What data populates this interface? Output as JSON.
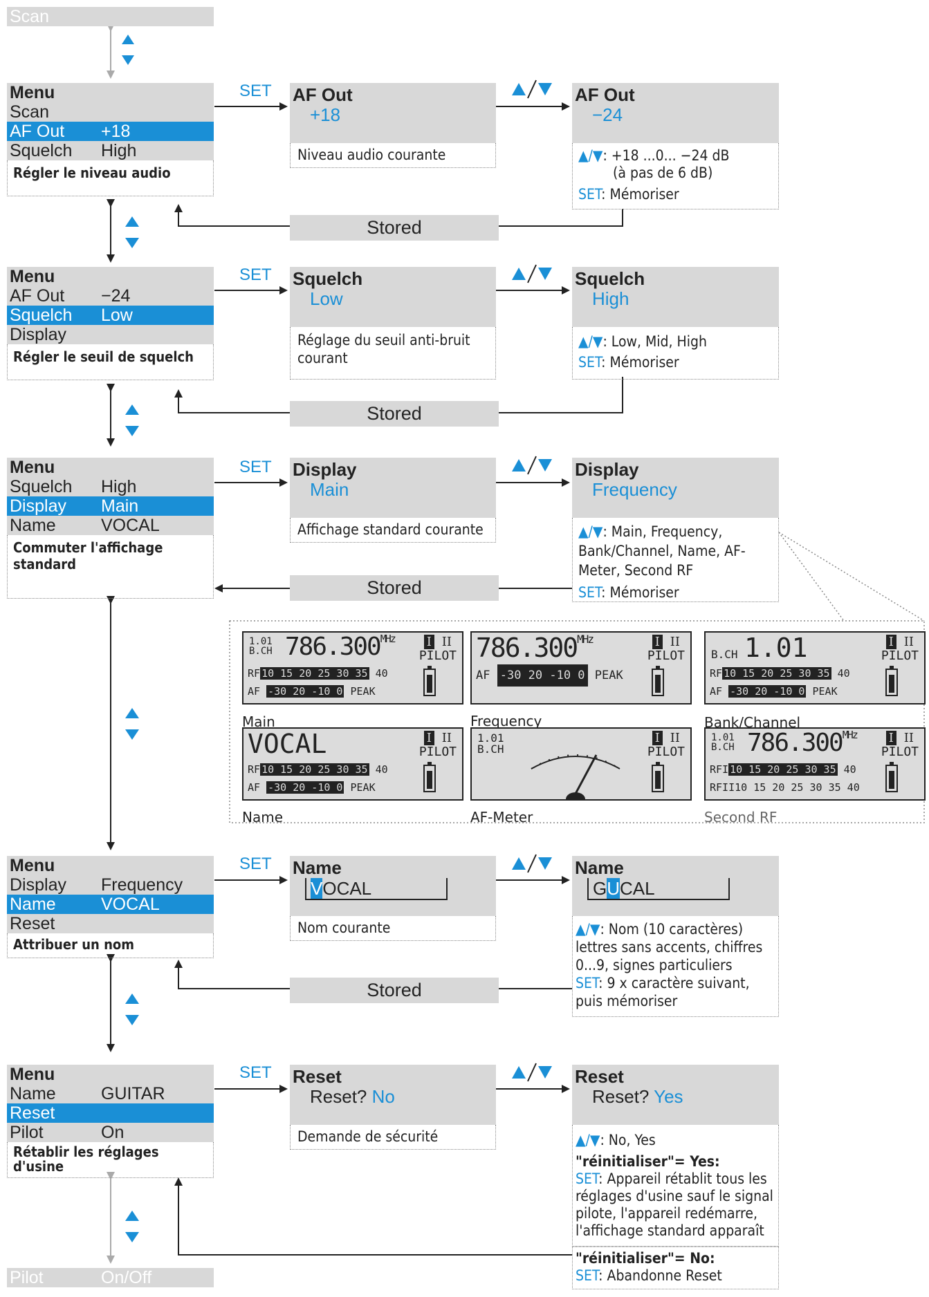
{
  "scan_top": "Scan",
  "pilot_bottom": {
    "label": "Pilot",
    "value": "On/Off"
  },
  "labels": {
    "set": "SET",
    "stored": "Stored",
    "menu": "Menu"
  },
  "rows": [
    {
      "menu": [
        {
          "l": "Scan",
          "v": ""
        },
        {
          "l": "AF Out",
          "v": "+18"
        },
        {
          "l": "Squelch",
          "v": "High"
        }
      ],
      "menu_note": "Régler le niveau audio",
      "mid": {
        "title": "AF  Out",
        "value": "+18",
        "note": "Niveau audio courante"
      },
      "right": {
        "title": "AF  Out",
        "value": "−24",
        "note": [
          {
            "key": "▲/▼",
            "text": ": +18 ...0... −24 dB"
          },
          {
            "key": "",
            "text": "(à pas de 6 dB)"
          },
          {
            "key": "SET",
            "text": ": Mémoriser"
          }
        ]
      }
    },
    {
      "menu": [
        {
          "l": "AF Out",
          "v": "−24"
        },
        {
          "l": "Squelch",
          "v": "Low"
        },
        {
          "l": "Display",
          "v": ""
        }
      ],
      "menu_note": "Régler le seuil de squelch",
      "mid": {
        "title": "Squelch",
        "value": "Low",
        "note": "Réglage du seuil anti-bruit courant"
      },
      "right": {
        "title": "Squelch",
        "value": "High",
        "note": [
          {
            "key": "▲/▼",
            "text": ": Low, Mid, High"
          },
          {
            "key": "SET",
            "text": ": Mémoriser"
          }
        ]
      }
    },
    {
      "menu": [
        {
          "l": "Squelch",
          "v": "High"
        },
        {
          "l": "Display",
          "v": "Main"
        },
        {
          "l": "Name",
          "v": "VOCAL"
        }
      ],
      "menu_note": "Commuter l'affichage standard",
      "mid": {
        "title": "Display",
        "value": "Main",
        "note": "Affichage standard courante"
      },
      "right": {
        "title": "Display",
        "value": "Frequency",
        "note": [
          {
            "key": "▲/▼",
            "text": ": Main, Frequency, Bank/Channel, Name, AF-Meter, Second RF"
          },
          {
            "key": "SET",
            "text": ": Mémoriser"
          }
        ]
      }
    },
    {
      "menu": [
        {
          "l": "Display",
          "v": "Frequency"
        },
        {
          "l": "Name",
          "v": "VOCAL"
        },
        {
          "l": "Reset",
          "v": ""
        }
      ],
      "menu_note": "Attribuer un nom",
      "mid": {
        "title": "Name",
        "value": "VOCAL",
        "note": "Nom courante"
      },
      "right": {
        "title": "Name",
        "value": "GUCAL",
        "note": [
          {
            "key": "▲/▼",
            "text": ": Nom (10 caractères) lettres sans accents, chiffres 0...9, signes particuliers"
          },
          {
            "key": "SET",
            "text": ": 9 x caractère suivant, puis mémoriser"
          }
        ]
      }
    },
    {
      "menu": [
        {
          "l": "Name",
          "v": "GUITAR"
        },
        {
          "l": "Reset",
          "v": ""
        },
        {
          "l": "Pilot",
          "v": "On"
        }
      ],
      "menu_note": "Rétablir les réglages d'usine",
      "mid": {
        "title": "Reset",
        "value": "Reset? No",
        "value_plain": "Reset? ",
        "value_blue": "No",
        "note": "Demande de sécurité"
      },
      "right": {
        "title": "Reset",
        "value_plain": "Reset? ",
        "value_blue": "Yes",
        "note_top": [
          {
            "key": "▲/▼",
            "text": ": No, Yes"
          }
        ],
        "yes_head": "\"réinitialiser\"= Yes:",
        "yes_text": ": Appareil rétablit tous les réglages d'usine sauf le signal pilote, l'appareil redémarre, l'affichage standard apparaît",
        "no_head": "\"réinitialiser\"= No:",
        "no_text": ": Abandonne Reset"
      }
    }
  ],
  "displays": [
    {
      "label": "Main",
      "freq": "786.300",
      "unit": "MHz",
      "ch": "1.01",
      "bch": "B.CH"
    },
    {
      "label": "Frequency",
      "freq": "786.300",
      "unit": "MHz"
    },
    {
      "label": "Bank/Channel",
      "ch": "1.01",
      "bch": "B.CH"
    },
    {
      "label": "Name",
      "name": "VOCAL"
    },
    {
      "label": "AF-Meter",
      "ch": "1.01",
      "bch": "B.CH"
    },
    {
      "label": "Second RF",
      "freq": "786.300",
      "unit": "MHz",
      "ch": "1.01",
      "bch": "B.CH"
    }
  ],
  "lcd_text": {
    "rf": "RF",
    "af": "AF",
    "rf1": "RFI",
    "rf2": "RFII",
    "rf_scale": "10 15 20 25 30 35",
    "rf_end": "40",
    "af_scale": "-30  20 -10   0",
    "peak": "PEAK",
    "pilot": "PILOT",
    "ch_one": "I",
    "ch_two": "II"
  }
}
